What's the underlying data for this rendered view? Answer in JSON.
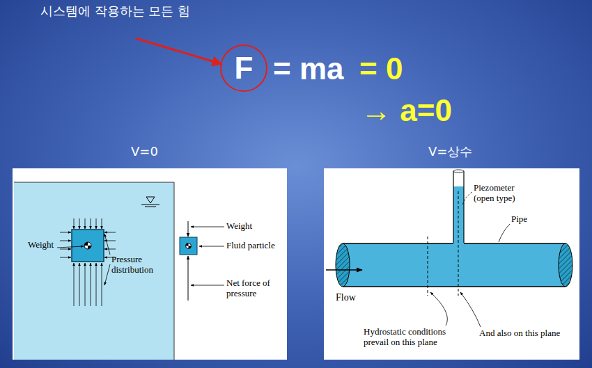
{
  "diagram": {
    "nodes": [
      {
        "text": [
          "F"
        ]
      }
    ],
    "labels": [
      "시스템에 작용하는 모든 힘",
      "= ma",
      "= 0",
      "→ a=0",
      "V=0",
      "V=상수",
      "Weight",
      "Pressure distribution",
      "Weight",
      "Fluid particle",
      "Net force of pressure",
      "Piezometer (open type)",
      "Pipe",
      "Flow",
      "Hydrostatic conditions prevail on this plane",
      "And also on this plane"
    ]
  }
}
